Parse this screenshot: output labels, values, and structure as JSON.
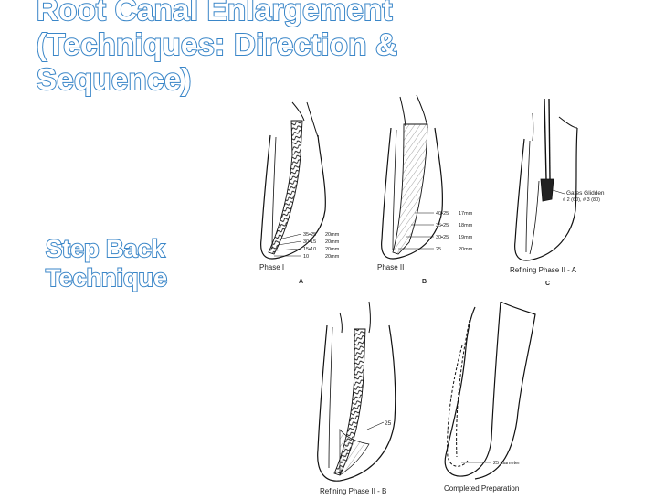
{
  "title": {
    "line1": "Root Canal Enlargement",
    "line2": "(Techniques:  Direction &",
    "line3": "Sequence)"
  },
  "subtitle": {
    "line1": "Step Back",
    "line2": "Technique"
  },
  "figures": {
    "a": {
      "caption": "Phase I",
      "panel": "A",
      "labels": [
        {
          "size": "35",
          "mark": "25",
          "length": "20mm"
        },
        {
          "size": "30",
          "mark": "15",
          "length": "20mm"
        },
        {
          "size": "15",
          "mark": "10",
          "length": "20mm"
        },
        {
          "size": "10",
          "mark": "",
          "length": "20mm"
        }
      ]
    },
    "b": {
      "caption": "Phase II",
      "panel": "B",
      "labels": [
        {
          "size": "40",
          "mark": "25",
          "length": "17mm"
        },
        {
          "size": "35",
          "mark": "25",
          "length": "18mm"
        },
        {
          "size": "30",
          "mark": "25",
          "length": "19mm"
        },
        {
          "size": "25",
          "mark": "",
          "length": "20mm"
        }
      ]
    },
    "c": {
      "caption": "Refining Phase II - A",
      "panel": "C",
      "instrument": "Gates Glidden",
      "instrument_note": "# 2 (60), # 3 (80)"
    },
    "d": {
      "caption": "Refining Phase II - B",
      "file_label": "25"
    },
    "e": {
      "caption": "Completed Preparation",
      "diameter_label": "25 diameter"
    }
  }
}
